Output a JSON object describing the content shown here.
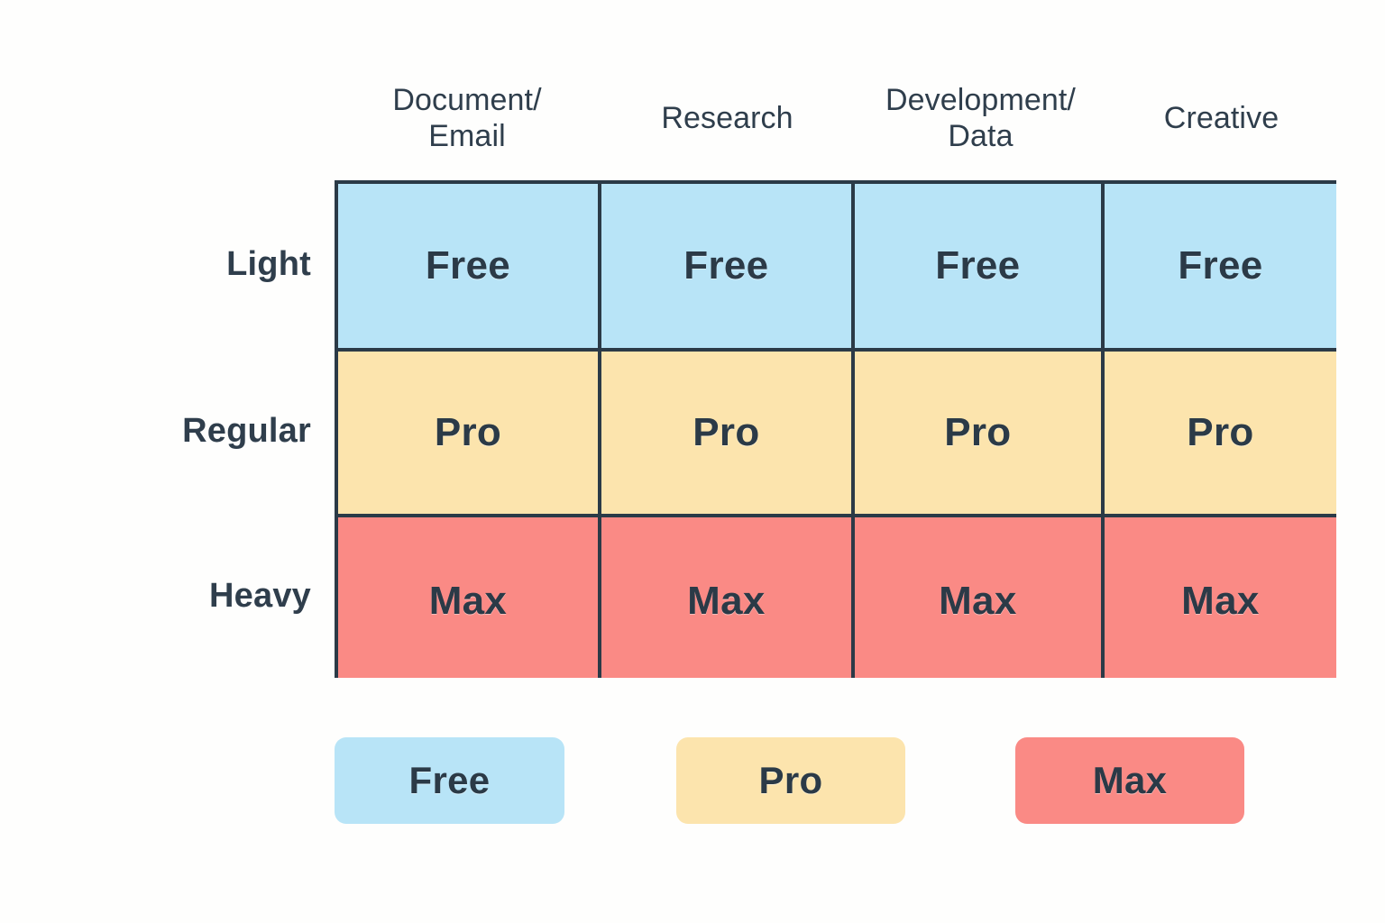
{
  "chart_data": {
    "type": "table",
    "title": "",
    "xlabel": "",
    "ylabel": "",
    "legend_position": "bottom",
    "grid": true,
    "categories": [
      "Document/\nEmail",
      "Research",
      "Development/\nData",
      "Creative"
    ],
    "rows": [
      "Light",
      "Regular",
      "Heavy"
    ],
    "values": [
      [
        "Free",
        "Free",
        "Free",
        "Free"
      ],
      [
        "Pro",
        "Pro",
        "Pro",
        "Pro"
      ],
      [
        "Max",
        "Max",
        "Max",
        "Max"
      ]
    ],
    "legend": [
      "Free",
      "Pro",
      "Max"
    ],
    "colors": {
      "Free": "#b8e4f7",
      "Pro": "#fce4ad",
      "Max": "#fa8a85",
      "border": "#2b3a47",
      "text": "#2b3a47",
      "background": "#fefefd"
    }
  },
  "columns": [
    {
      "label": "Document/\nEmail"
    },
    {
      "label": "Research"
    },
    {
      "label": "Development/\nData"
    },
    {
      "label": "Creative"
    }
  ],
  "rows": [
    {
      "label": "Light",
      "tier": "free",
      "cells": [
        {
          "value": "Free"
        },
        {
          "value": "Free"
        },
        {
          "value": "Free"
        },
        {
          "value": "Free"
        }
      ]
    },
    {
      "label": "Regular",
      "tier": "pro",
      "cells": [
        {
          "value": "Pro"
        },
        {
          "value": "Pro"
        },
        {
          "value": "Pro"
        },
        {
          "value": "Pro"
        }
      ]
    },
    {
      "label": "Heavy",
      "tier": "max",
      "cells": [
        {
          "value": "Max"
        },
        {
          "value": "Max"
        },
        {
          "value": "Max"
        },
        {
          "value": "Max"
        }
      ]
    }
  ],
  "legend": [
    {
      "label": "Free",
      "tier": "free"
    },
    {
      "label": "Pro",
      "tier": "pro"
    },
    {
      "label": "Max",
      "tier": "max"
    }
  ]
}
